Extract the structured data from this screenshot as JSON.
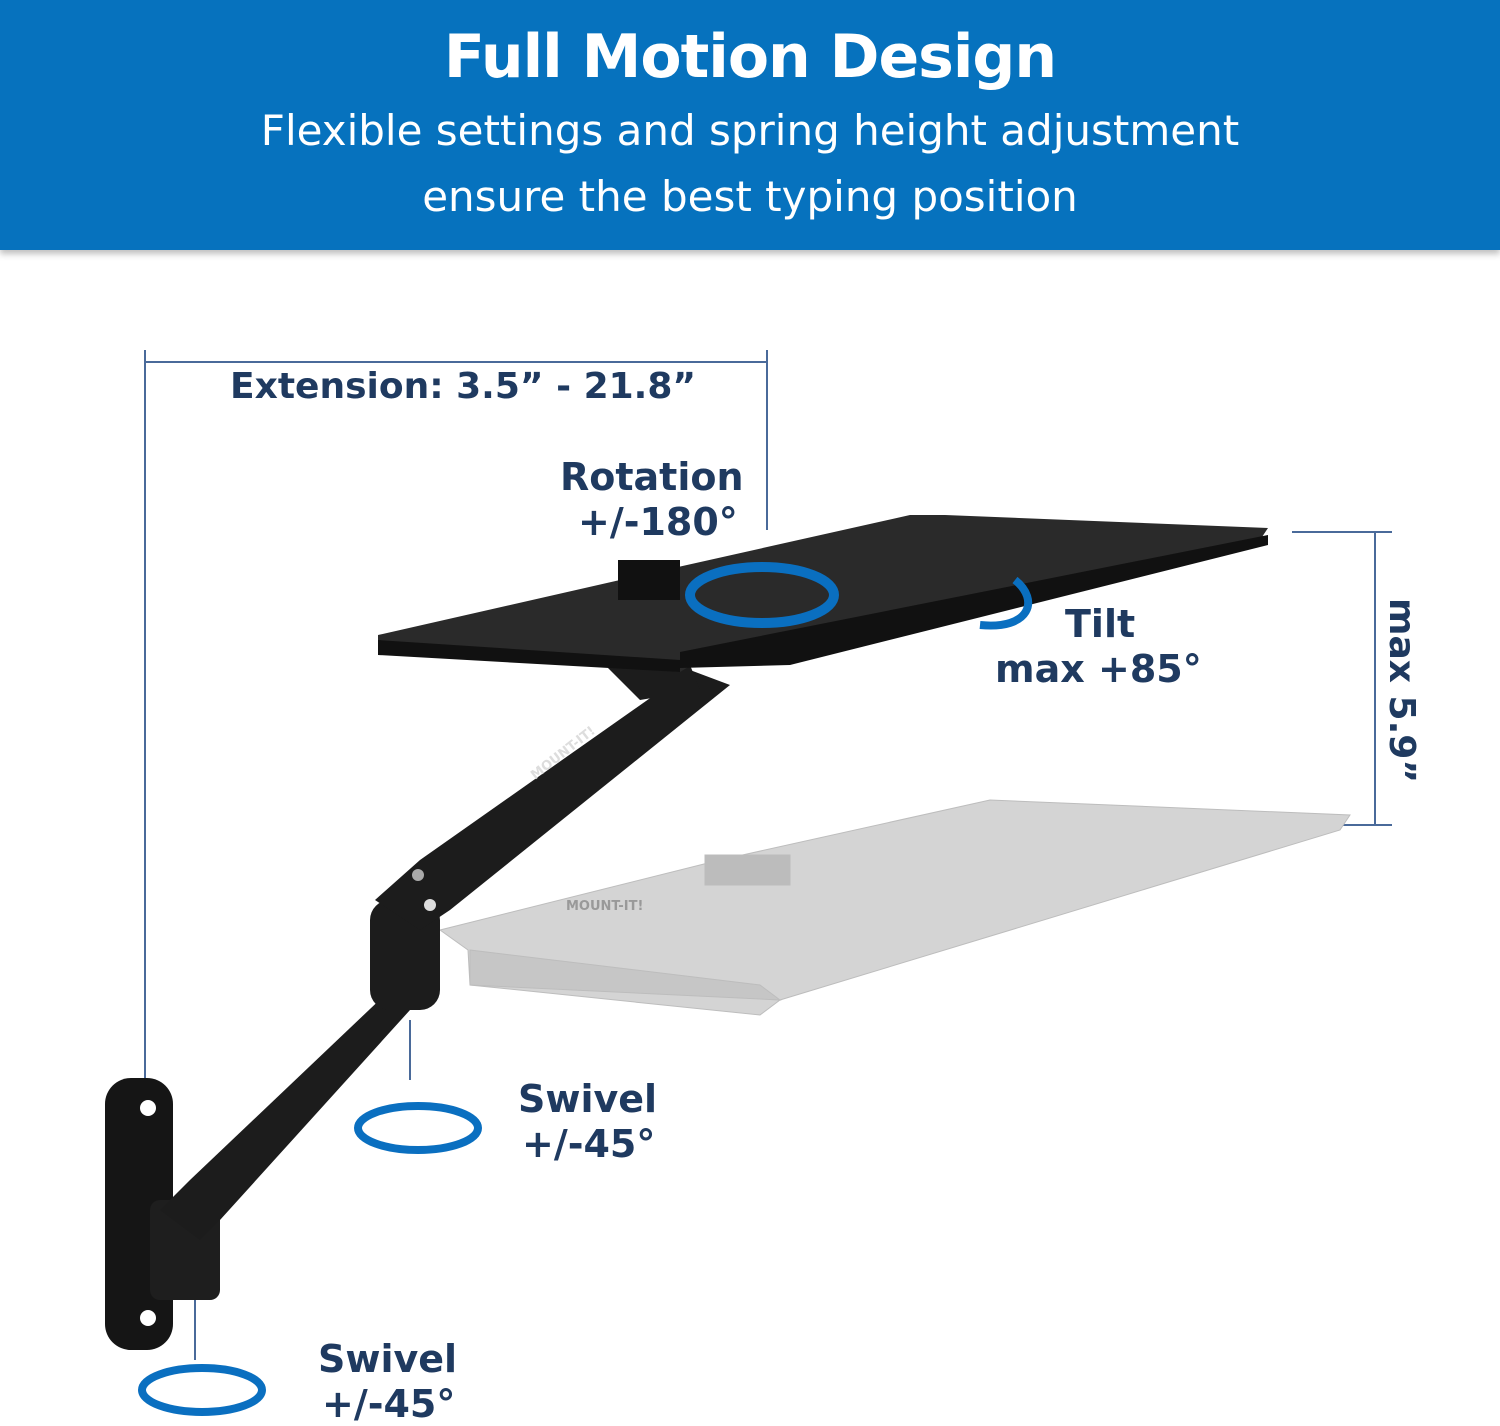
{
  "header": {
    "title": "Full Motion Design",
    "subtitle_line1": "Flexible settings and spring height adjustment",
    "subtitle_line2": "ensure the best typing position"
  },
  "labels": {
    "extension": "Extension: 3.5” - 21.8”",
    "rotation_title": "Rotation",
    "rotation_value": "+/-180°",
    "tilt_title": "Tilt",
    "tilt_value": "max +85°",
    "height": "max 5.9”",
    "swivel_arm_title": "Swivel",
    "swivel_arm_value": "+/-45°",
    "swivel_wall_title": "Swivel",
    "swivel_wall_value": "+/-45°"
  },
  "brand_logo": "MOUNT-IT!",
  "colors": {
    "header": "#0672BE",
    "label_text": "#1F3A60",
    "arrows": "#0A6FC0",
    "product": "#1c1c1c"
  }
}
